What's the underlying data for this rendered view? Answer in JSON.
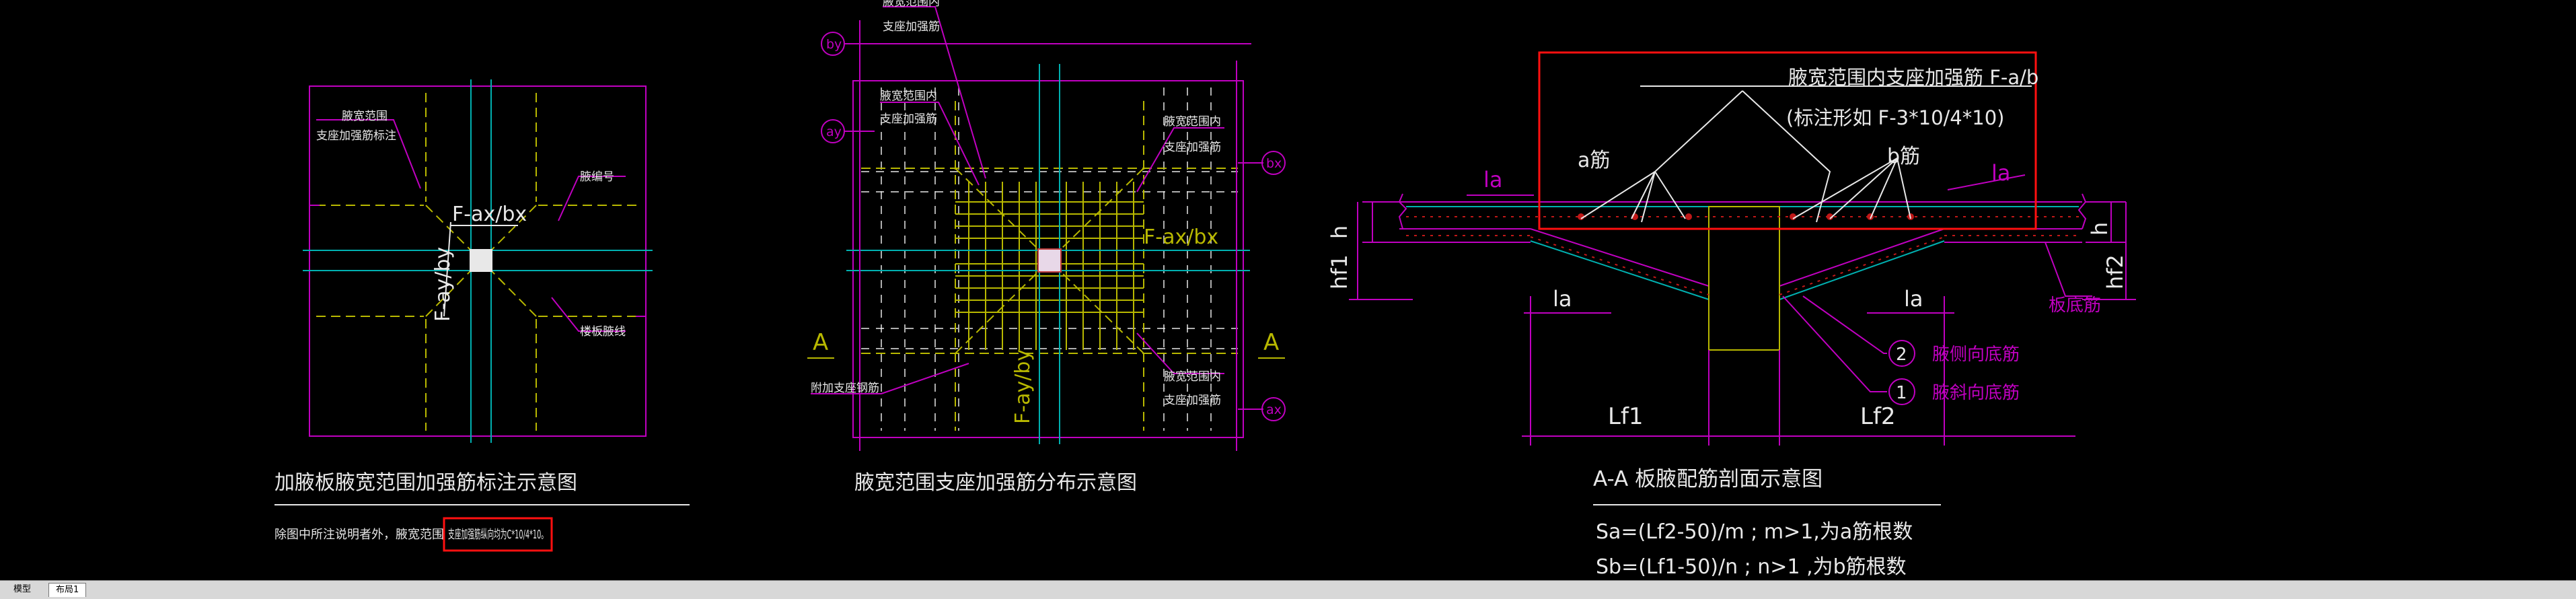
{
  "left_figure": {
    "title": "加腋板腋宽范围加强筋标注示意图",
    "note_prefix": "除图中所注说明者外，腋宽范围",
    "note_highlight": "支座加强筋纵向均为C*10/4*10。",
    "label_haunch_range_rebar": "腋宽范围",
    "label_haunch_range_rebar_2": "支座加强筋标注",
    "label_haunch_no": "腋编号",
    "label_haunch_edge": "楼板腋线",
    "dim_fx": "F-ax/bx",
    "dim_fy": "F-ay/by"
  },
  "middle_figure": {
    "title": "腋宽范围支座加强筋分布示意图",
    "label_top_1": "腋宽范围内",
    "label_top_2": "支座加强筋",
    "label_ay_1": "腋宽范围内",
    "label_ay_2": "支座加强筋",
    "label_bx_1": "腋宽范围内",
    "label_bx_2": "支座加强筋",
    "label_ax_1": "腋宽范围内",
    "label_ax_2": "支座加强筋",
    "label_added": "附加支座钢筋",
    "dim_fx": "F-ax/bx",
    "dim_fy": "F-ay/by",
    "bubble_by": "by",
    "bubble_ay": "ay",
    "bubble_bx": "bx",
    "bubble_ax": "ax",
    "section_a_left": "A",
    "section_a_right": "A"
  },
  "right_figure": {
    "box_line1": "腋宽范围内支座加强筋  F-a/b",
    "box_line2": "(标注形如  F-3*10/4*10)",
    "label_a": "a筋",
    "label_b": "b筋",
    "la_left_top": "la",
    "la_right_top": "la",
    "la_left_bottom": "la",
    "la_right_bottom": "la",
    "h_left": "h",
    "h_right": "h",
    "hf1": "hf1",
    "hf2": "hf2",
    "slab_bottom": "板底筋",
    "bubble_2": "2",
    "bubble_1": "1",
    "label_2": "腋侧向底筋",
    "label_1": "腋斜向底筋",
    "lf1": "Lf1",
    "lf2": "Lf2",
    "title": "A-A  板腋配筋剖面示意图",
    "formula_sa": "Sa=(Lf2-50)/m ; m>1,为a筋根数",
    "formula_sb": "Sb=(Lf1-50)/n  ; n>1 ,为b筋根数"
  },
  "tabs": {
    "model": "模型",
    "layout": "布局1"
  },
  "colors": {
    "magenta": "#c000c0",
    "yellow": "#b8b800",
    "cyan": "#00b0b0",
    "white": "#e8e8e8",
    "red": "#ff1010",
    "background": "#000000"
  }
}
